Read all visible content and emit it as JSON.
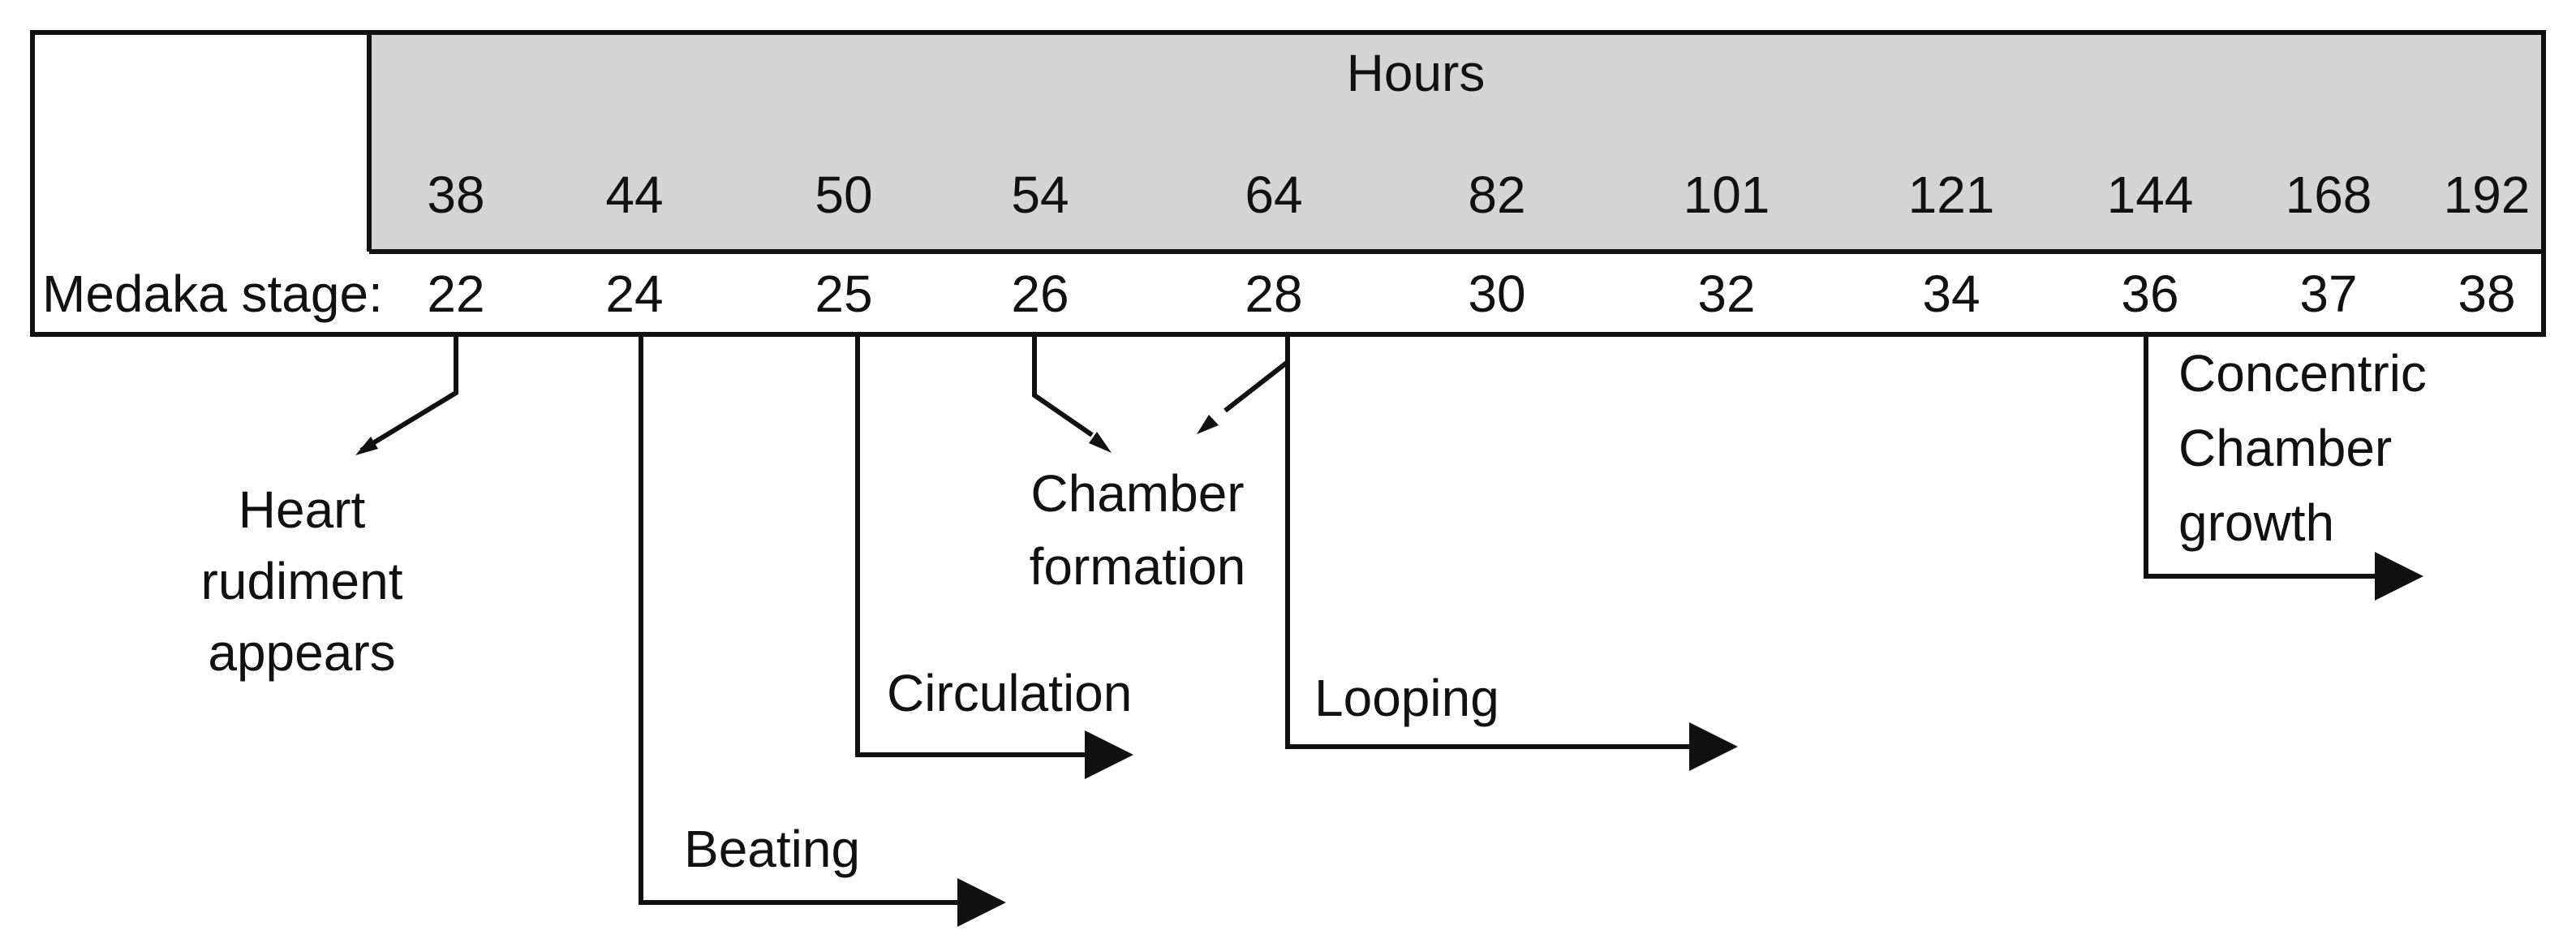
{
  "header": {
    "hours_title": "Hours",
    "stage_label": "Medaka stage:"
  },
  "hours": [
    "38",
    "44",
    "50",
    "54",
    "64",
    "82",
    "101",
    "121",
    "144",
    "168",
    "192"
  ],
  "stages": [
    "22",
    "24",
    "25",
    "26",
    "28",
    "30",
    "32",
    "34",
    "36",
    "37",
    "38"
  ],
  "events": {
    "heart_rudiment": [
      "Heart",
      "rudiment",
      "appears"
    ],
    "beating": [
      "Beating"
    ],
    "circulation": [
      "Circulation"
    ],
    "chamber_formation": [
      "Chamber",
      "formation"
    ],
    "looping": [
      "Looping"
    ],
    "concentric_growth": [
      "Concentric",
      "Chamber",
      "growth"
    ]
  },
  "colors": {
    "hours_band": "#d4d4d4",
    "line": "#111111",
    "background": "#ffffff"
  }
}
